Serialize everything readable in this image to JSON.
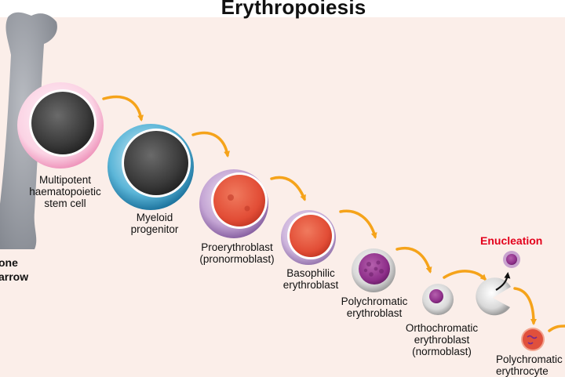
{
  "title": "Erythropoiesis",
  "bone_label": {
    "line1": "one",
    "line2": "arrow"
  },
  "enucleation_label": "Enucleation",
  "cells": [
    {
      "line1": "Multipotent",
      "line2": "haematopoietic",
      "line3": "stem cell"
    },
    {
      "line1": "Myeloid",
      "line2": "progenitor"
    },
    {
      "line1": "Proerythroblast",
      "line2": "(pronormoblast)"
    },
    {
      "line1": "Basophilic",
      "line2": "erythroblast"
    },
    {
      "line1": "Polychromatic",
      "line2": "erythroblast"
    },
    {
      "line1": "Orthochromatic",
      "line2": "erythroblast",
      "line3": "(normoblast)"
    },
    {
      "line1": "Polychromatic",
      "line2": "erythrocyte"
    }
  ],
  "colors": {
    "background": "#fbeee9",
    "bone": "#8f939b",
    "arrow": "#f5a31a",
    "enucleation_text": "#e3001b",
    "stem_cell_membrane": "#f4a6c8",
    "myeloid_membrane": "#2f8fb6",
    "proerythroblast_membrane": "#9a76b2",
    "nucleus_dark": "#3a3a3a",
    "nucleus_red": "#e0503c",
    "nucleus_purple": "#8e2f8a"
  }
}
